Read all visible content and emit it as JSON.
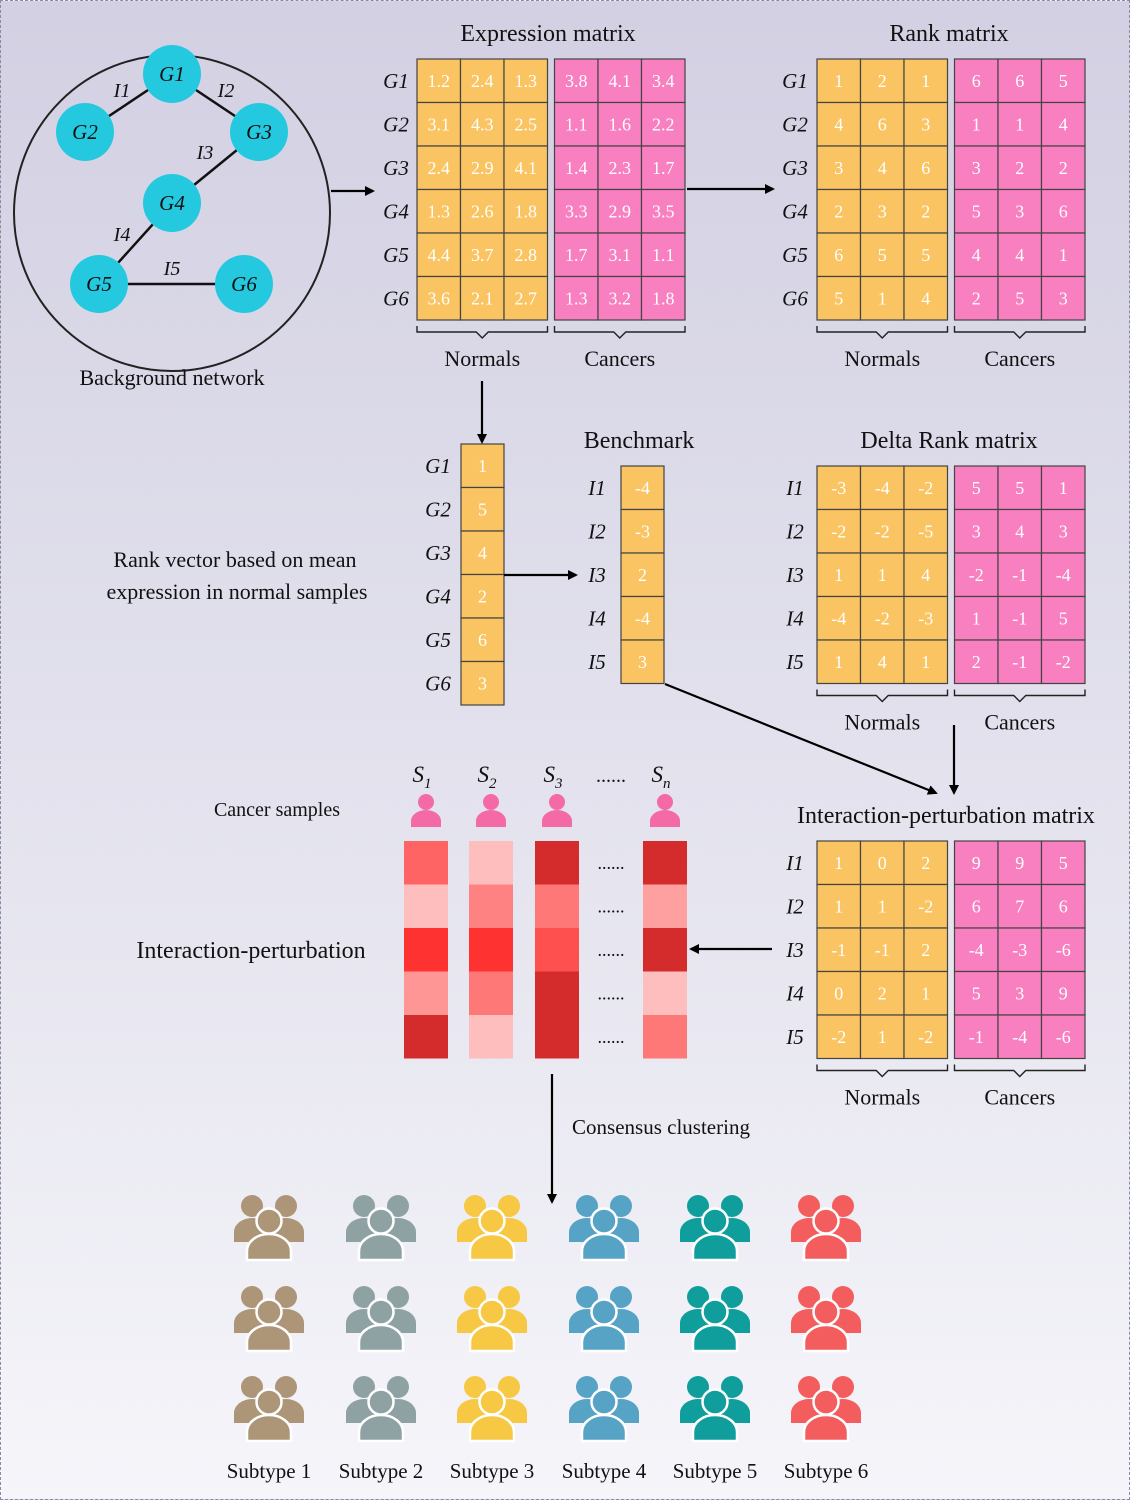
{
  "colors": {
    "normal": "#f9c461",
    "cancer": "#f87fc0",
    "node": "#24c9e0",
    "person": "#f46aa6",
    "cellStroke": "#444444",
    "heat": [
      "#ffffff",
      "#ff2a2a"
    ]
  },
  "network": {
    "caption": "Background network",
    "nodes": [
      "G1",
      "G2",
      "G3",
      "G4",
      "G5",
      "G6"
    ],
    "edges": [
      "I1",
      "I2",
      "I3",
      "I4",
      "I5"
    ]
  },
  "labels": {
    "normals": "Normals",
    "cancers": "Cancers",
    "rank_vector_caption_1": "Rank vector based on mean",
    "rank_vector_caption_2": "expression in normal samples",
    "cancer_samples": "Cancer samples",
    "interaction_perturbation": "Interaction-perturbation",
    "consensus": "Consensus clustering",
    "ellipsis": "......"
  },
  "expression_matrix": {
    "title": "Expression matrix",
    "rows": [
      "G1",
      "G2",
      "G3",
      "G4",
      "G5",
      "G6"
    ],
    "normals": [
      [
        "1.2",
        "2.4",
        "1.3"
      ],
      [
        "3.1",
        "4.3",
        "2.5"
      ],
      [
        "2.4",
        "2.9",
        "4.1"
      ],
      [
        "1.3",
        "2.6",
        "1.8"
      ],
      [
        "4.4",
        "3.7",
        "2.8"
      ],
      [
        "3.6",
        "2.1",
        "2.7"
      ]
    ],
    "cancers": [
      [
        "3.8",
        "4.1",
        "3.4"
      ],
      [
        "1.1",
        "1.6",
        "2.2"
      ],
      [
        "1.4",
        "2.3",
        "1.7"
      ],
      [
        "3.3",
        "2.9",
        "3.5"
      ],
      [
        "1.7",
        "3.1",
        "1.1"
      ],
      [
        "1.3",
        "3.2",
        "1.8"
      ]
    ]
  },
  "rank_matrix": {
    "title": "Rank matrix",
    "rows": [
      "G1",
      "G2",
      "G3",
      "G4",
      "G5",
      "G6"
    ],
    "normals": [
      [
        "1",
        "2",
        "1"
      ],
      [
        "4",
        "6",
        "3"
      ],
      [
        "3",
        "4",
        "6"
      ],
      [
        "2",
        "3",
        "2"
      ],
      [
        "6",
        "5",
        "5"
      ],
      [
        "5",
        "1",
        "4"
      ]
    ],
    "cancers": [
      [
        "6",
        "6",
        "5"
      ],
      [
        "1",
        "1",
        "4"
      ],
      [
        "3",
        "2",
        "2"
      ],
      [
        "5",
        "3",
        "6"
      ],
      [
        "4",
        "4",
        "1"
      ],
      [
        "2",
        "5",
        "3"
      ]
    ]
  },
  "rank_vector": {
    "rows": [
      "G1",
      "G2",
      "G3",
      "G4",
      "G5",
      "G6"
    ],
    "values": [
      "1",
      "5",
      "4",
      "2",
      "6",
      "3"
    ]
  },
  "benchmark": {
    "title": "Benchmark",
    "rows": [
      "I1",
      "I2",
      "I3",
      "I4",
      "I5"
    ],
    "values": [
      "-4",
      "-3",
      "2",
      "-4",
      "3"
    ]
  },
  "delta_rank_matrix": {
    "title": "Delta Rank matrix",
    "rows": [
      "I1",
      "I2",
      "I3",
      "I4",
      "I5"
    ],
    "normals": [
      [
        "-3",
        "-4",
        "-2"
      ],
      [
        "-2",
        "-2",
        "-5"
      ],
      [
        "1",
        "1",
        "4"
      ],
      [
        "-4",
        "-2",
        "-3"
      ],
      [
        "1",
        "4",
        "1"
      ]
    ],
    "cancers": [
      [
        "5",
        "5",
        "1"
      ],
      [
        "3",
        "4",
        "3"
      ],
      [
        "-2",
        "-1",
        "-4"
      ],
      [
        "1",
        "-1",
        "5"
      ],
      [
        "2",
        "-1",
        "-2"
      ]
    ]
  },
  "interaction_perturbation_matrix": {
    "title": "Interaction-perturbation matrix",
    "rows": [
      "I1",
      "I2",
      "I3",
      "I4",
      "I5"
    ],
    "normals": [
      [
        "1",
        "0",
        "2"
      ],
      [
        "1",
        "1",
        "-2"
      ],
      [
        "-1",
        "-1",
        "2"
      ],
      [
        "0",
        "2",
        "1"
      ],
      [
        "-2",
        "1",
        "-2"
      ]
    ],
    "cancers": [
      [
        "9",
        "9",
        "5"
      ],
      [
        "6",
        "7",
        "6"
      ],
      [
        "-4",
        "-3",
        "-6"
      ],
      [
        "5",
        "3",
        "9"
      ],
      [
        "-1",
        "-4",
        "-6"
      ]
    ]
  },
  "samples": {
    "labels": [
      {
        "base": "S",
        "sub": "1"
      },
      {
        "base": "S",
        "sub": "2"
      },
      {
        "base": "S",
        "sub": "3"
      },
      {
        "base": "S",
        "sub": "n"
      }
    ],
    "heat_levels": [
      [
        0.65,
        0.2,
        0.9,
        0.4,
        0.95
      ],
      [
        0.2,
        0.5,
        0.9,
        0.55,
        0.2
      ],
      [
        0.95,
        0.55,
        0.75,
        0.95,
        0.95
      ],
      [
        0.95,
        0.35,
        0.95,
        0.2,
        0.55
      ]
    ]
  },
  "subtypes": {
    "labels": [
      "Subtype 1",
      "Subtype 2",
      "Subtype 3",
      "Subtype 4",
      "Subtype 5",
      "Subtype 6"
    ],
    "colors": [
      "#ad9577",
      "#8fa2a3",
      "#f6c843",
      "#57a3c5",
      "#0f9e9c",
      "#f45d5d"
    ]
  }
}
